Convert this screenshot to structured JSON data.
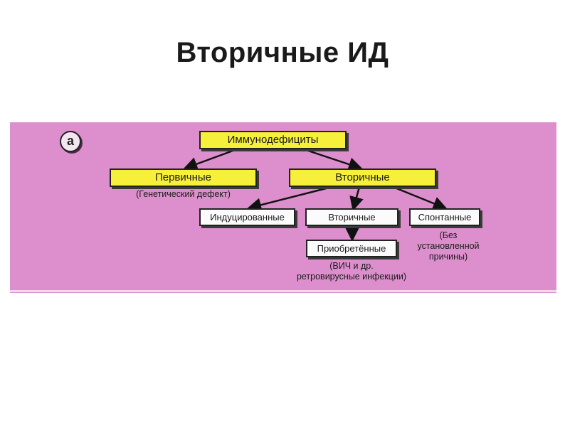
{
  "title": "Вторичные ИД",
  "panel": {
    "label": "а",
    "background": "#dd8fcd"
  },
  "colors": {
    "box_yellow": "#f6f03a",
    "box_white": "#fbfbfb",
    "arrow": "#111111"
  },
  "diagram": {
    "root": "Иммунодефициты",
    "primary": {
      "label": "Первичные",
      "note": "(Генетический дефект)"
    },
    "secondary": {
      "label": "Вторичные",
      "children": {
        "induced": "Индуцированные",
        "secondary": "Вторичные",
        "spontaneous": "Спонтанные"
      },
      "acquired": "Приобретённые",
      "acquired_note_line1": "(ВИЧ и др.",
      "acquired_note_line2": "ретровирусные инфекции)",
      "spontaneous_note_line1": "(Без",
      "spontaneous_note_line2": "установленной",
      "spontaneous_note_line3": "причины)"
    }
  }
}
